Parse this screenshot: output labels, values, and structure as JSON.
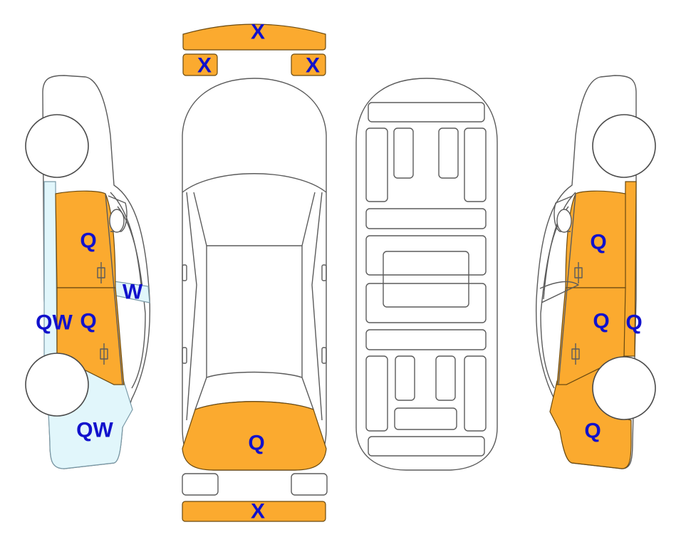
{
  "colors": {
    "damage_orange": "#fbaa2f",
    "damage_lightblue": "#e1f6fb",
    "label_blue": "#1111cc",
    "outline": "#5b5b5b"
  },
  "labels": {
    "front_bumper_top": "X",
    "front_left_light": "X",
    "front_right_light": "X",
    "left_front_door": "Q",
    "left_rear_door": "Q",
    "left_window": "W",
    "left_sill": "QW",
    "left_rear_quarter": "QW",
    "top_rear_trunk": "Q",
    "rear_bumper_bottom": "X",
    "right_front_door": "Q",
    "right_rear_door": "Q",
    "right_sill": "Q",
    "right_rear_quarter": "Q"
  }
}
